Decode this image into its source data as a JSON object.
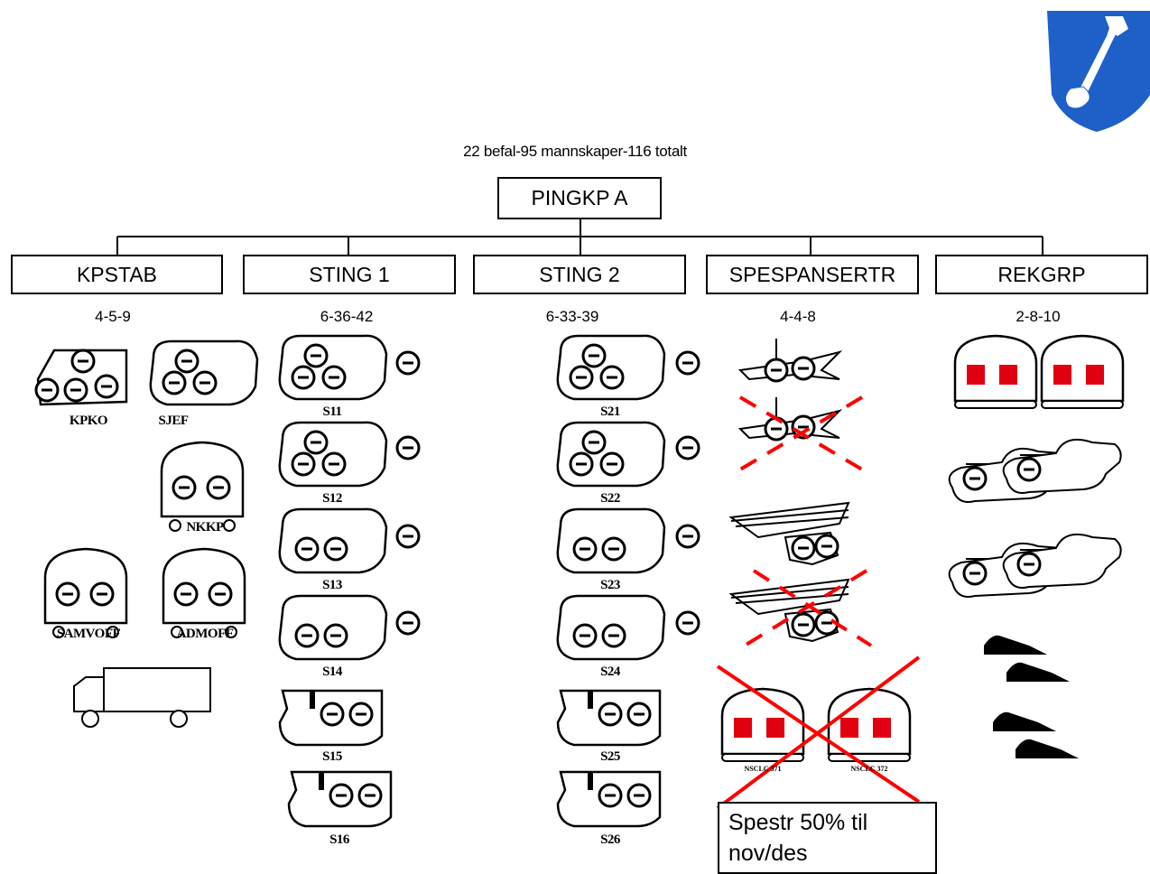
{
  "header": {
    "summary": "22 befal-95  mannskaper-116   totalt"
  },
  "org": {
    "root": "PINGKP A",
    "units": [
      {
        "name": "KPSTAB",
        "count": "4-5-9"
      },
      {
        "name": "STING 1",
        "count": "6-36-42"
      },
      {
        "name": "STING 2",
        "count": "6-33-39"
      },
      {
        "name": "SPESPANSERTR",
        "count": "4-4-8"
      },
      {
        "name": "REKGRP",
        "count": "2-8-10"
      }
    ]
  },
  "kpstab_labels": {
    "kpko": "KPKO",
    "sjef": "SJEF",
    "nkkp": "NKKP",
    "samvoff": "SAMVOFF",
    "admoff": "ADMOFF"
  },
  "sting1_labels": [
    "S11",
    "S12",
    "S13",
    "S14",
    "S15",
    "S16"
  ],
  "sting2_labels": [
    "S21",
    "S22",
    "S23",
    "S24",
    "S25",
    "S26"
  ],
  "spes_small_labels": [
    "NSCLC 371",
    "NSCLC 372"
  ],
  "note": {
    "line1": "Spestr 50% til",
    "line2": "nov/des"
  },
  "colors": {
    "line": "#000000",
    "cross": "#ff0000",
    "emblem_bg": "#1f5fc8",
    "medic": "#e0000f"
  }
}
